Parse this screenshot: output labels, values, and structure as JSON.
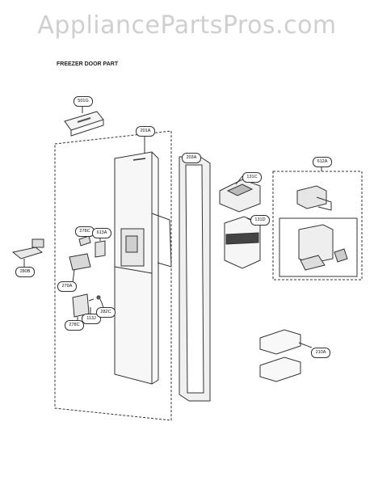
{
  "watermark": "AppliancePartsPros.com",
  "section_title": "FREEZER DOOR PART",
  "callouts": {
    "c501G": "501G",
    "c201A": "201A",
    "c203A": "203A",
    "c131C": "131C",
    "c612A": "612A",
    "c131D": "131D",
    "c278C": "278C",
    "c613A": "613A",
    "c280B": "280B",
    "c279A": "279A",
    "c278C_b": "278C",
    "c113J": "113J",
    "c282C": "282C",
    "c210A": "210A"
  }
}
